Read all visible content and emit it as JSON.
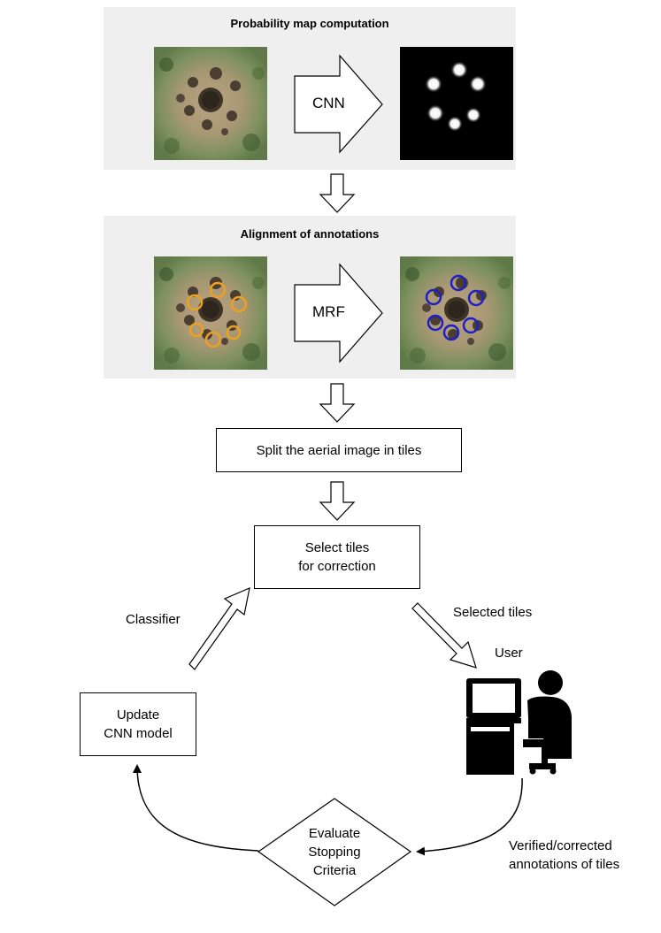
{
  "panel1": {
    "title": "Probability map computation",
    "arrow_label": "CNN"
  },
  "panel2": {
    "title": "Alignment of annotations",
    "arrow_label": "MRF"
  },
  "steps": {
    "split": "Split the aerial image in tiles",
    "select_line1": "Select tiles",
    "select_line2": "for correction",
    "update_line1": "Update",
    "update_line2": "CNN model",
    "evaluate_line1": "Evaluate",
    "evaluate_line2": "Stopping",
    "evaluate_line3": "Criteria"
  },
  "labels": {
    "classifier": "Classifier",
    "selected_tiles": "Selected tiles",
    "user": "User",
    "verified_line1": "Verified/corrected",
    "verified_line2": "annotations of tiles"
  },
  "colors": {
    "panel_bg": "#efefef",
    "annotation_initial": "#f0a020",
    "annotation_aligned": "#1f1fc8",
    "probability_bg": "#000000"
  },
  "icons": [
    "block-arrow-right-icon",
    "block-arrow-down-icon",
    "block-arrow-diagonal-icon",
    "user-at-computer-icon"
  ]
}
